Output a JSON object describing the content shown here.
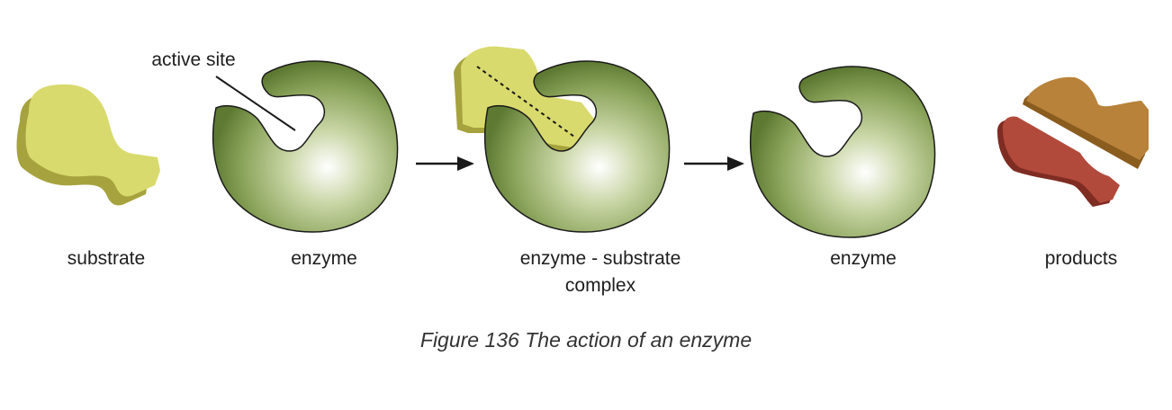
{
  "labels": {
    "active_site": "active site",
    "substrate": "substrate",
    "enzyme_1": "enzyme",
    "complex_line1": "enzyme - substrate",
    "complex_line2": "complex",
    "enzyme_2": "enzyme",
    "products": "products"
  },
  "caption": "Figure 136 The action of an enzyme",
  "colors": {
    "enzyme_light": "#ffffff",
    "enzyme_mid": "#9fb56f",
    "enzyme_dark": "#5e7a32",
    "substrate_face": "#d9da6d",
    "substrate_side": "#a6a33e",
    "product_a_face": "#b8823a",
    "product_a_side": "#8a5c1e",
    "product_b_face": "#b24a3c",
    "product_b_side": "#7f2c22",
    "arrow": "#1a1a1a"
  }
}
